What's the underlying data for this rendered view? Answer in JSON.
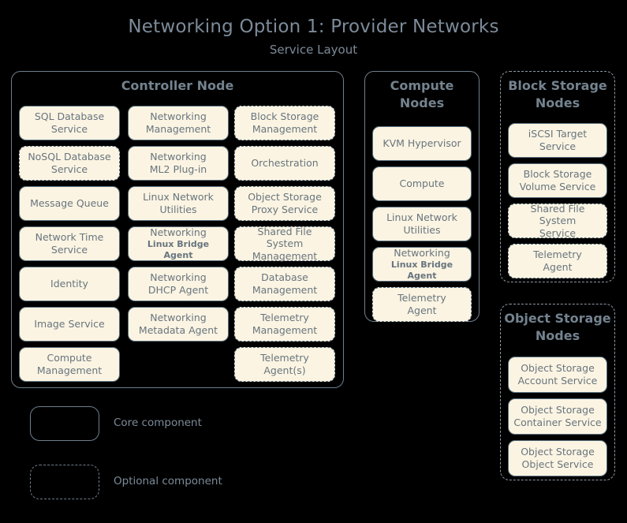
{
  "title": "Networking Option 1: Provider Networks",
  "subtitle": "Service Layout",
  "colors": {
    "background": "#000000",
    "title_text": "#7c8b99",
    "group_border": "#6e7f8c",
    "component_fill": "#fcf4e2",
    "component_border": "#59707e",
    "component_text": "#67757f"
  },
  "groups": [
    {
      "id": "controller-node",
      "title": "Controller Node",
      "border": "solid",
      "columns": [
        {
          "id": "column-1",
          "items": [
            {
              "l1": "SQL Database",
              "l2": "Service",
              "border": "solid"
            },
            {
              "l1": "NoSQL Database",
              "l2": "Service",
              "border": "dashed"
            },
            {
              "l1": "Message Queue",
              "l2": "",
              "border": "solid"
            },
            {
              "l1": "Network Time",
              "l2": "Service",
              "border": "solid"
            },
            {
              "l1": "Identity",
              "l2": "",
              "border": "solid"
            },
            {
              "l1": "Image Service",
              "l2": "",
              "border": "solid"
            },
            {
              "l1": "Compute",
              "l2": "Management",
              "border": "solid"
            }
          ]
        },
        {
          "id": "column-2",
          "items": [
            {
              "l1": "Networking",
              "l2": "Management",
              "border": "solid"
            },
            {
              "l1": "Networking",
              "l2": "ML2 Plug-in",
              "border": "solid"
            },
            {
              "l1": "Linux Network",
              "l2": "Utilities",
              "border": "solid"
            },
            {
              "l1": "Networking",
              "l2": "Linux Bridge Agent",
              "border": "solid",
              "small_second_line": true
            },
            {
              "l1": "Networking",
              "l2": "DHCP Agent",
              "border": "solid"
            },
            {
              "l1": "Networking",
              "l2": "Metadata Agent",
              "border": "solid"
            }
          ]
        },
        {
          "id": "column-3",
          "items": [
            {
              "l1": "Block Storage",
              "l2": "Management",
              "border": "dashed"
            },
            {
              "l1": "Orchestration",
              "l2": "",
              "border": "dashed"
            },
            {
              "l1": "Object Storage",
              "l2": "Proxy Service",
              "border": "dashed"
            },
            {
              "l1": "Shared File System",
              "l2": "Management",
              "border": "dashed"
            },
            {
              "l1": "Database",
              "l2": "Management",
              "border": "dashed"
            },
            {
              "l1": "Telemetry",
              "l2": "Management",
              "border": "dashed"
            },
            {
              "l1": "Telemetry",
              "l2": "Agent(s)",
              "border": "dashed"
            }
          ]
        }
      ]
    },
    {
      "id": "compute-nodes",
      "title": "Compute Nodes",
      "border": "solid",
      "columns": [
        {
          "id": "column-1",
          "items": [
            {
              "l1": "KVM Hypervisor",
              "l2": "",
              "border": "solid"
            },
            {
              "l1": "Compute",
              "l2": "",
              "border": "solid"
            },
            {
              "l1": "Linux Network",
              "l2": "Utilities",
              "border": "solid"
            },
            {
              "l1": "Networking",
              "l2": "Linux Bridge Agent",
              "border": "solid",
              "small_second_line": true
            },
            {
              "l1": "Telemetry",
              "l2": "Agent",
              "border": "dashed"
            }
          ]
        }
      ]
    },
    {
      "id": "block-storage-nodes",
      "title": "Block Storage Nodes",
      "border": "dashed",
      "columns": [
        {
          "id": "column-1",
          "items": [
            {
              "l1": "iSCSI Target",
              "l2": "Service",
              "border": "solid"
            },
            {
              "l1": "Block Storage",
              "l2": "Volume Service",
              "border": "solid"
            },
            {
              "l1": "Shared File System",
              "l2": "Service",
              "border": "dashed"
            },
            {
              "l1": "Telemetry",
              "l2": "Agent",
              "border": "dashed"
            }
          ]
        }
      ]
    },
    {
      "id": "object-storage-nodes",
      "title": "Object Storage Nodes",
      "border": "dashed",
      "columns": [
        {
          "id": "column-1",
          "items": [
            {
              "l1": "Object Storage",
              "l2": "Account Service",
              "border": "solid"
            },
            {
              "l1": "Object Storage",
              "l2": "Container Service",
              "border": "solid"
            },
            {
              "l1": "Object Storage",
              "l2": "Object Service",
              "border": "solid"
            }
          ]
        }
      ]
    }
  ],
  "legend": [
    {
      "id": "core",
      "label": "Core component",
      "border": "solid"
    },
    {
      "id": "optional",
      "label": "Optional component",
      "border": "dashed"
    }
  ]
}
